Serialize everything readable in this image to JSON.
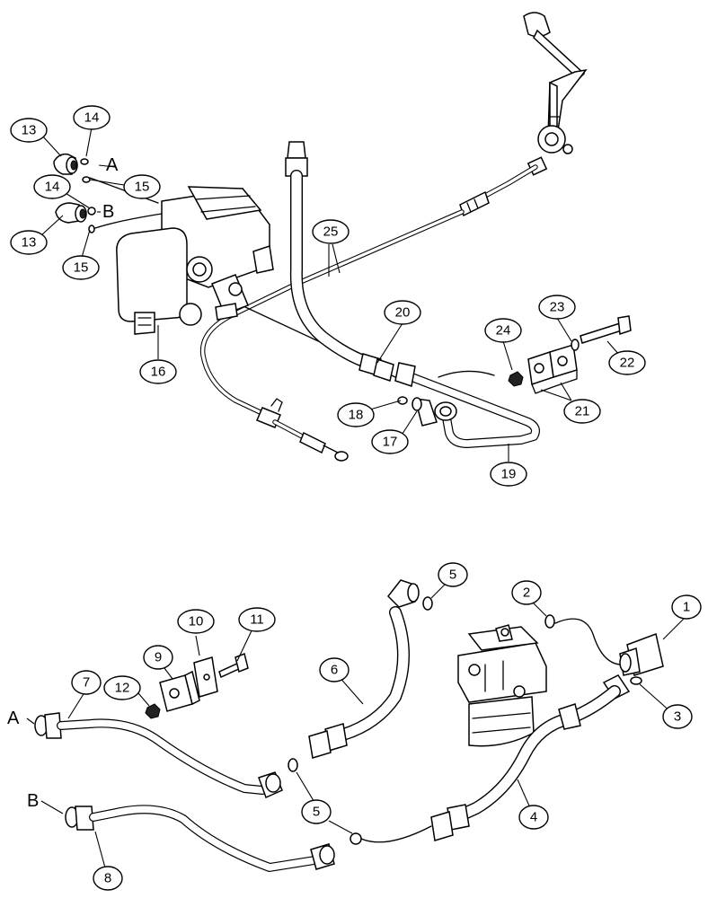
{
  "callouts": {
    "c1": "1",
    "c2": "2",
    "c3": "3",
    "c4": "4",
    "c5a": "5",
    "c5b": "5",
    "c6": "6",
    "c7": "7",
    "c8": "8",
    "c9": "9",
    "c10": "10",
    "c11": "11",
    "c12": "12",
    "c13a": "13",
    "c13b": "13",
    "c14a": "14",
    "c14b": "14",
    "c15a": "15",
    "c15b": "15",
    "c16": "16",
    "c17": "17",
    "c18": "18",
    "c19": "19",
    "c20": "20",
    "c21": "21",
    "c22": "22",
    "c23": "23",
    "c24": "24",
    "c25": "25"
  },
  "ports": {
    "upper_a": "A",
    "upper_b": "B",
    "lower_a": "A",
    "lower_b": "B"
  }
}
